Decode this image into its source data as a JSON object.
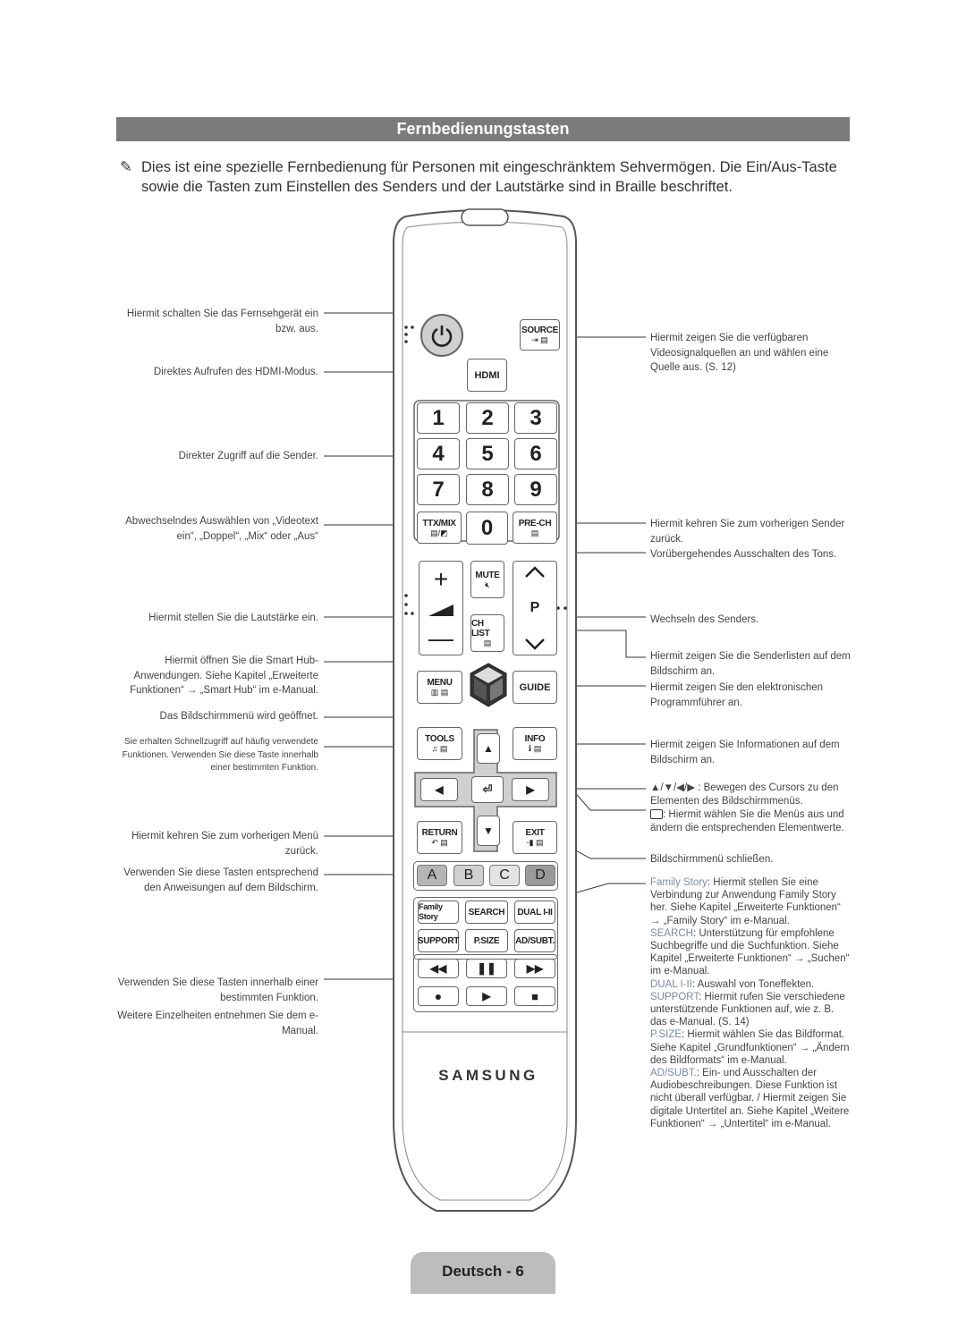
{
  "title": "Fernbedienungstasten",
  "intro": "Dies ist eine spezielle Fernbedienung für Personen mit eingeschränktem Sehvermögen. Die Ein/Aus-Taste sowie die Tasten zum Einstellen des Senders und der Lautstärke sind in Braille beschriftet.",
  "intro_icon": "note-pencil-icon",
  "left_labels": {
    "power": "Hiermit schalten Sie das Fernsehgerät ein bzw. aus.",
    "hdmi": "Direktes Aufrufen des HDMI-Modus.",
    "numbers": "Direkter Zugriff auf die Sender.",
    "ttx": "Abwechselndes Auswählen von „Videotext ein“, „Doppel“, „Mix“ oder „Aus“",
    "volume": "Hiermit stellen Sie die Lautstärke ein.",
    "smarthub": "Hiermit öffnen Sie die Smart Hub-Anwendungen. Siehe Kapitel „Erweiterte Funktionen“ → „Smart Hub“ im e-Manual.",
    "menu": "Das Bildschirmmenü wird geöffnet.",
    "tools": "Sie erhalten Schnellzugriff auf häufig verwendete Funktionen. Verwenden Sie diese Taste innerhalb einer bestimmten Funktion.",
    "return": "Hiermit kehren Sie zum vorherigen Menü zurück.",
    "color": "Verwenden Sie diese Tasten entsprechend den Anweisungen auf dem Bildschirm.",
    "media": "Verwenden Sie diese Tasten innerhalb einer bestimmten Funktion.",
    "emanual": "Weitere Einzelheiten entnehmen Sie dem e-Manual."
  },
  "right_labels": {
    "source": "Hiermit zeigen Sie die verfügbaren Videosignalquellen an und wählen eine Quelle aus. (S. 12)",
    "prech": "Hiermit kehren Sie zum vorherigen Sender zurück.",
    "mute": "Vorübergehendes Ausschalten des Tons.",
    "channel": "Wechseln des Senders.",
    "chlist": "Hiermit zeigen Sie die Senderlisten auf dem Bildschirm an.",
    "guide": "Hiermit zeigen Sie den elektronischen Programmführer an.",
    "info": "Hiermit zeigen Sie Informationen auf dem Bildschirm an.",
    "arrows": "▲/▼/◀/▶ : Bewegen des Cursors zu den Elementen des Bildschirmmenüs.",
    "enter": ": Hiermit wählen Sie die Menüs aus und ändern die entsprechenden Elementwerte.",
    "exit": "Bildschirmmenü schließen.",
    "family_key": "Family Story",
    "family_text": ": Hiermit stellen Sie eine Verbindung zur Anwendung Family Story her. Siehe Kapitel „Erweiterte Funktionen“ → „Family Story“ im e-Manual.",
    "search_key": "SEARCH",
    "search_text": ": Unterstützung für empfohlene Suchbegriffe und die Suchfunktion. Siehe Kapitel „Erweiterte Funktionen“ → „Suchen“ im e-Manual.",
    "dual_key": "DUAL I-II",
    "dual_text": ": Auswahl von Toneffekten.",
    "support_key": "SUPPORT",
    "support_text": ": Hiermit rufen Sie verschiedene unterstützende Funktionen auf, wie z. B. das e-Manual. (S. 14)",
    "psize_key": "P.SIZE",
    "psize_text": ": Hiermit wählen Sie das Bildformat. Siehe Kapitel „Grundfunktionen“ → „Ändern des Bildformats“ im e-Manual.",
    "adsubt_key": "AD/SUBT.",
    "adsubt_text": ": Ein- und Ausschalten der Audiobeschreibungen. Diese Funktion ist nicht überall verfügbar. / Hiermit zeigen Sie digitale Untertitel an. Siehe Kapitel „Weitere Funktionen“ → „Untertitel“ im e-Manual."
  },
  "remote": {
    "source": "SOURCE",
    "hdmi": "HDMI",
    "numbers": [
      "1",
      "2",
      "3",
      "4",
      "5",
      "6",
      "7",
      "8",
      "9"
    ],
    "ttx": "TTX/MIX",
    "zero": "0",
    "prech": "PRE-CH",
    "mute": "MUTE",
    "p": "P",
    "chlist": "CH LIST",
    "menu": "MENU",
    "guide": "GUIDE",
    "tools": "TOOLS",
    "info": "INFO",
    "return": "RETURN",
    "exit": "EXIT",
    "colors": [
      "A",
      "B",
      "C",
      "D"
    ],
    "family": "Family Story",
    "search": "SEARCH",
    "dual": "DUAL I-II",
    "support": "SUPPORT",
    "psize": "P.SIZE",
    "adsubt": "AD/SUBT.",
    "brand": "SAMSUNG"
  },
  "footer": "Deutsch - 6"
}
